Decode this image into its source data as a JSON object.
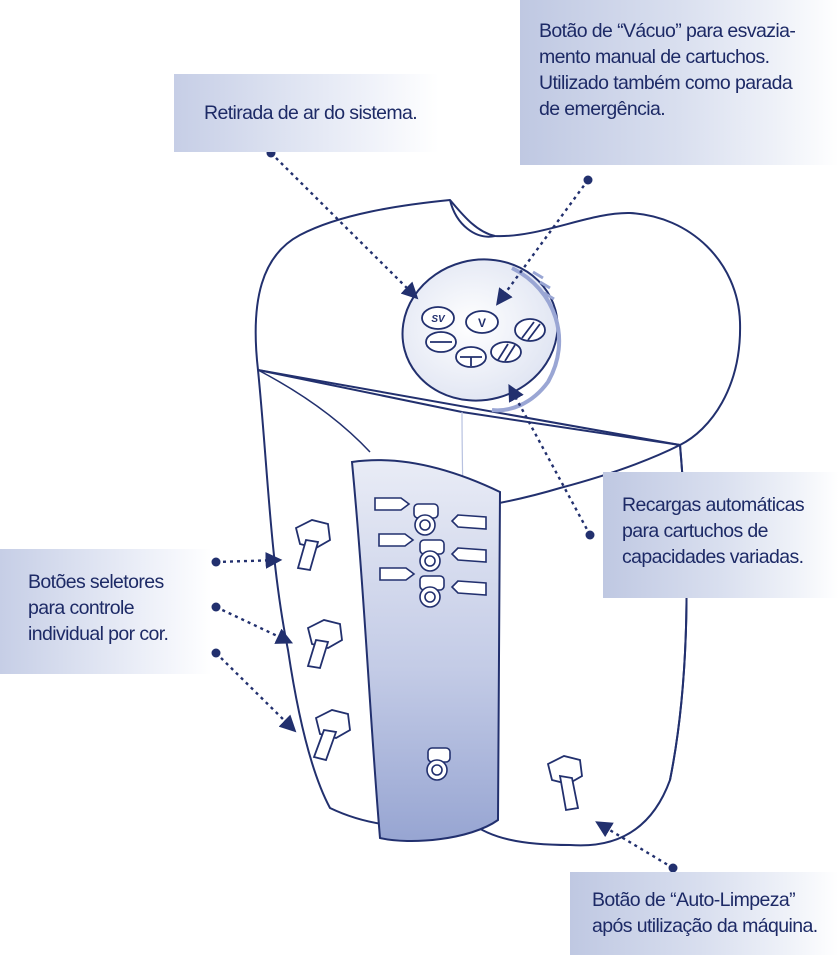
{
  "callouts": {
    "retirada": {
      "lines": [
        "Retirada de ar do sistema."
      ]
    },
    "vacuo": {
      "lines": [
        "Botão de “Vácuo” para esvazia-",
        "mento manual de cartuchos.",
        "Utilizado também como parada",
        "de emergência."
      ]
    },
    "recargas": {
      "lines": [
        "Recargas automáticas",
        "para cartuchos de",
        "capacidades variadas."
      ]
    },
    "seletores": {
      "lines": [
        "Botões seletores",
        "para controle",
        "individual por cor."
      ]
    },
    "auto_limpeza": {
      "lines": [
        "Botão de “Auto-Limpeza”",
        "após utilização da máquina."
      ]
    }
  },
  "panel_buttons": {
    "sv": "SV",
    "v": "V"
  },
  "colors": {
    "outline": "#22306e",
    "label_text": "#1d2a66",
    "label_bg": "#c9d1e8",
    "panel_fill": "#b7c1e0"
  }
}
